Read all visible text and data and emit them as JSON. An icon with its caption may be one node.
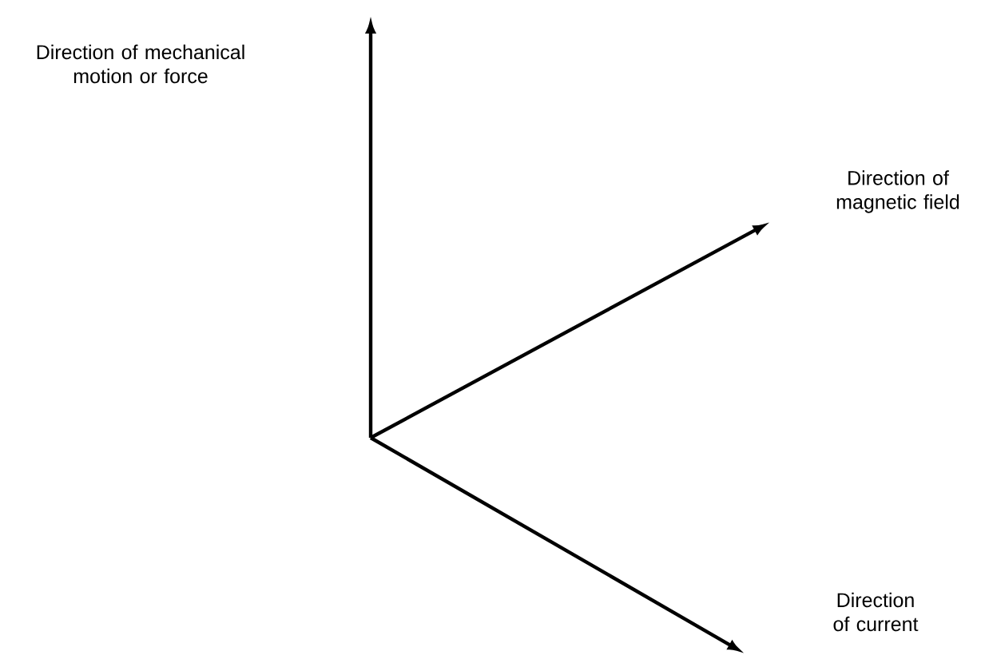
{
  "diagram": {
    "labels": [
      "Direction of mechanical motion or force",
      "Direction of magnetic field",
      "Direction of current"
    ]
  }
}
